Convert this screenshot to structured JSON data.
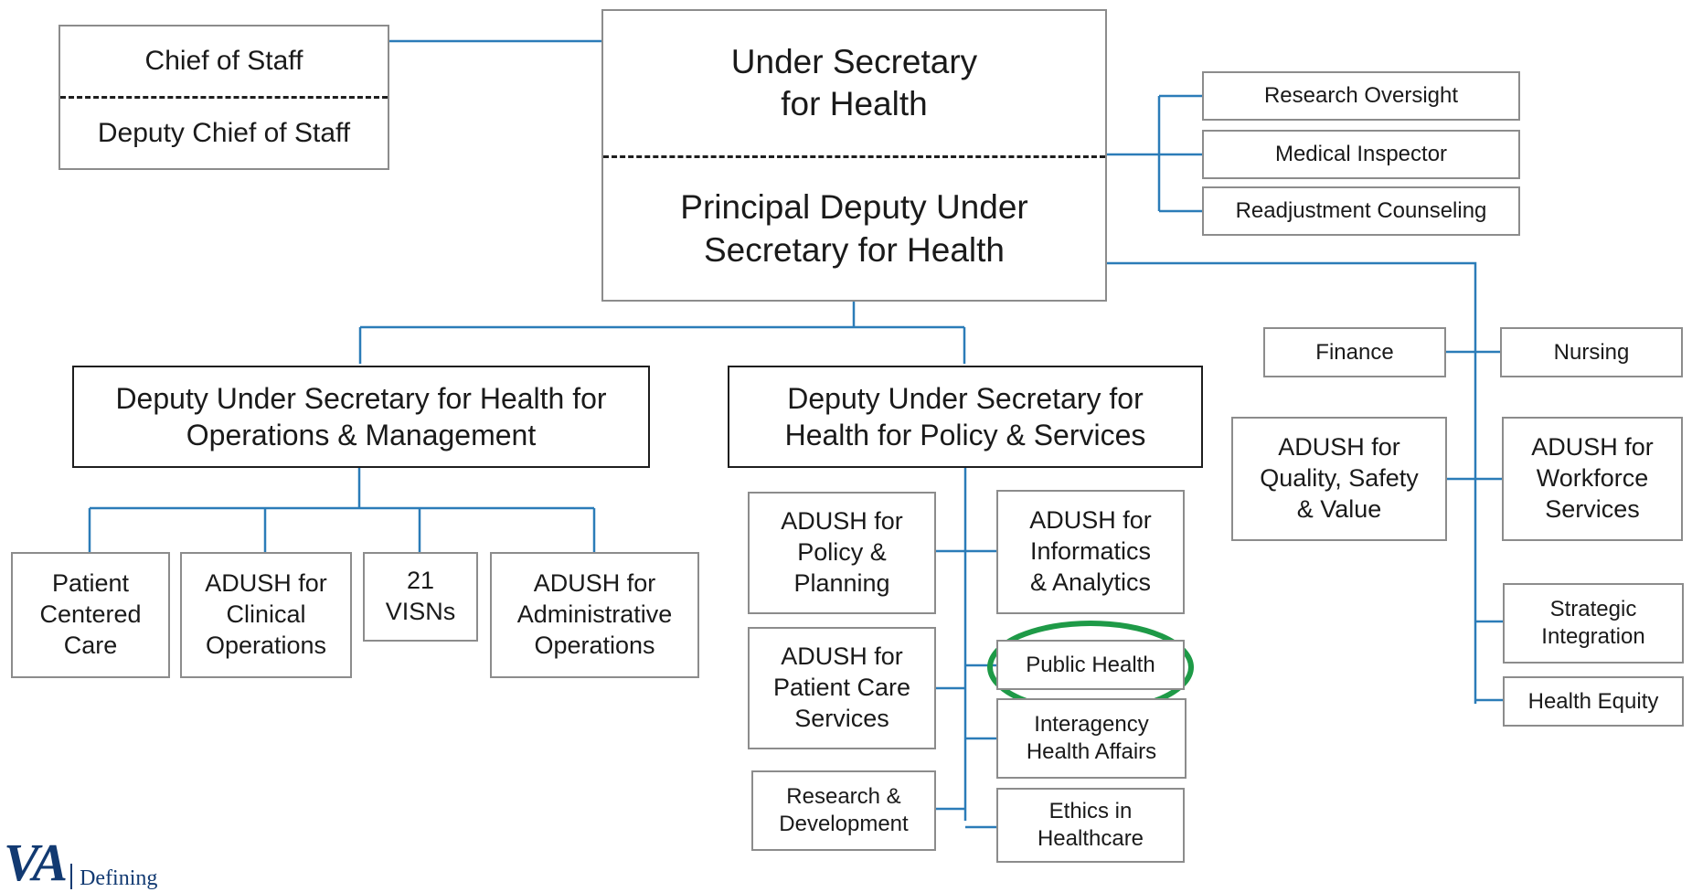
{
  "colors": {
    "connector": "#2b7cb8",
    "highlight": "#1e9a47",
    "logo": "#123a72"
  },
  "top": {
    "chief_of_staff": "Chief of Staff",
    "deputy_chief_of_staff": "Deputy Chief of Staff",
    "under_secretary": "Under Secretary\nfor Health",
    "principal_deputy": "Principal Deputy Under\nSecretary for Health"
  },
  "staff_offices": [
    "Research Oversight",
    "Medical Inspector",
    "Readjustment Counseling"
  ],
  "right_group": {
    "finance": "Finance",
    "nursing": "Nursing",
    "quality": "ADUSH for\nQuality, Safety\n& Value",
    "workforce": "ADUSH for\nWorkforce\nServices",
    "strategic": "Strategic\nIntegration",
    "equity": "Health Equity"
  },
  "operations": {
    "title": "Deputy Under Secretary for Health for\nOperations & Management",
    "children": [
      "Patient\nCentered\nCare",
      "ADUSH for\nClinical\nOperations",
      "21\nVISNs",
      "ADUSH for\nAdministrative\nOperations"
    ]
  },
  "policy": {
    "title": "Deputy Under Secretary for\nHealth for Policy & Services",
    "left": [
      "ADUSH for\nPolicy &\nPlanning",
      "ADUSH for\nPatient Care\nServices",
      "Research &\nDevelopment"
    ],
    "right": [
      "ADUSH for\nInformatics\n& Analytics",
      "Public Health",
      "Interagency\nHealth Affairs",
      "Ethics in\nHealthcare"
    ]
  },
  "logo": {
    "mark": "VA",
    "text": "Defining"
  }
}
